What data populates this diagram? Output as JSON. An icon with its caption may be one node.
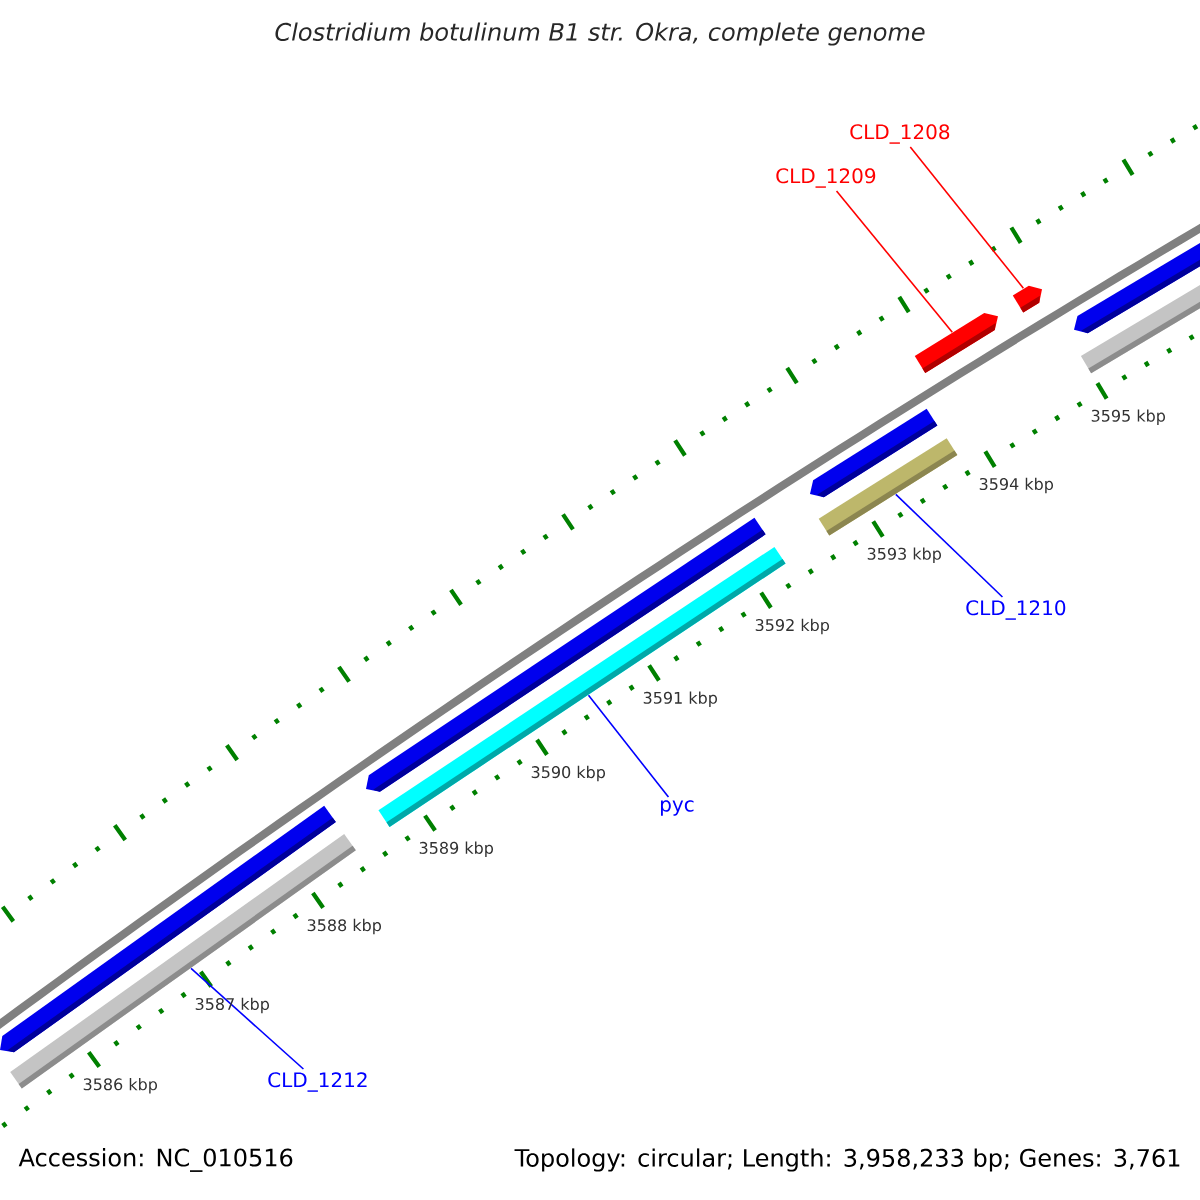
{
  "diagram": {
    "title": "Clostridium botulinum B1 str. Okra, complete genome",
    "nodes": [
      {
        "text": [
          "CLD_1208"
        ]
      },
      {
        "text": [
          "CLD_1209"
        ]
      },
      {
        "text": [
          "CLD_1210"
        ]
      },
      {
        "text": [
          "pyc"
        ]
      },
      {
        "text": [
          "CLD_1212"
        ]
      },
      {
        "text": [],
        "shape": "pentagon"
      },
      {
        "text": [],
        "shape": "bar"
      },
      {
        "text": [],
        "shape": "pentagon"
      },
      {
        "text": [],
        "shape": "bar"
      },
      {
        "text": [],
        "shape": "pentagon"
      },
      {
        "text": [],
        "shape": "bar"
      },
      {
        "text": [],
        "shape": "pentagon"
      },
      {
        "text": [],
        "shape": "pentagon"
      },
      {
        "text": [],
        "shape": "pentagon"
      },
      {
        "text": [],
        "shape": "bar"
      }
    ],
    "edges": [
      {
        "from": 0,
        "to": 12,
        "arrow": "none",
        "color": "#ff0000"
      },
      {
        "from": 1,
        "to": 11,
        "arrow": "none",
        "color": "#ff0000"
      },
      {
        "from": 2,
        "to": 10,
        "arrow": "none"
      },
      {
        "from": 3,
        "to": 8,
        "arrow": "none"
      },
      {
        "from": 4,
        "to": 6,
        "arrow": "none"
      }
    ],
    "labels": [
      "3595 kbp",
      "3594 kbp",
      "3593 kbp",
      "3592 kbp",
      "3591 kbp",
      "3590 kbp",
      "3589 kbp",
      "3588 kbp",
      "3587 kbp",
      "3586 kbp",
      "Accession: NC_010516",
      "Topology: circular; Length: 3,958,233 bp; Genes: 3,761"
    ]
  }
}
